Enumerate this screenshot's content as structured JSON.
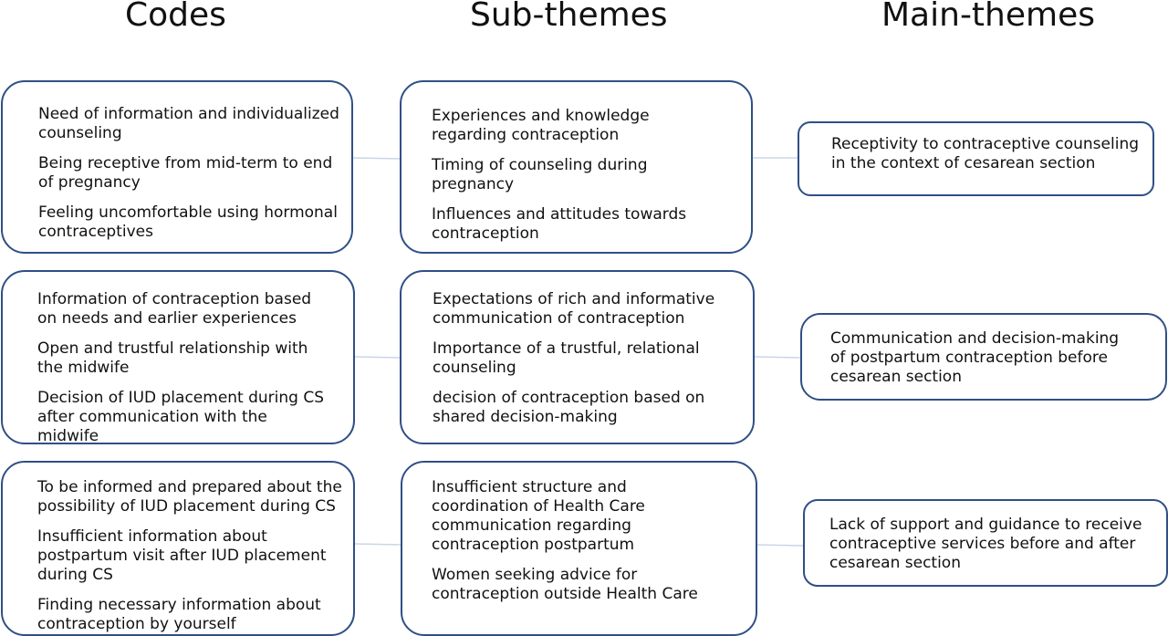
{
  "headers": {
    "codes": "Codes",
    "subthemes": "Sub-themes",
    "mainthemes": "Main-themes"
  },
  "rows": [
    {
      "codes": [
        "Need of information and individualized\ncounseling",
        "Being receptive from mid-term to end\nof pregnancy",
        "Feeling uncomfortable using hormonal\ncontraceptives"
      ],
      "subthemes": [
        "Experiences and knowledge\nregarding contraception",
        "Timing of counseling during\npregnancy",
        "Influences and attitudes towards\ncontraception"
      ],
      "maintheme": "Receptivity to contraceptive counseling\nin the context of cesarean section"
    },
    {
      "codes": [
        " Information of contraception based\non needs and earlier experiences",
        "Open and trustful relationship with\nthe midwife",
        "Decision of IUD placement during CS\nafter    communication with the\nmidwife"
      ],
      "subthemes": [
        "Expectations of rich and informative\ncommunication of contraception",
        "Importance of a trustful, relational\ncounseling",
        "decision of contraception based on\nshared decision-making"
      ],
      "maintheme": "Communication and decision-making\nof postpartum contraception before\ncesarean section"
    },
    {
      "codes": [
        "To be informed and prepared about the\npossibility of IUD placement during CS",
        "Insufficient information about\npostpartum visit after IUD placement\nduring CS",
        "Finding necessary information about\ncontraception by yourself"
      ],
      "subthemes": [
        "Insufficient structure and\ncoordination of Health Care\ncommunication regarding\ncontraception postpartum",
        "Women seeking advice for\ncontraception outside Health Care"
      ],
      "maintheme": "Lack of support and guidance to receive\ncontraceptive services before and after\ncesarean section"
    }
  ],
  "colors": {
    "box_border": "#2f4f86",
    "connector": "#c9d6e8",
    "text": "#111111"
  }
}
